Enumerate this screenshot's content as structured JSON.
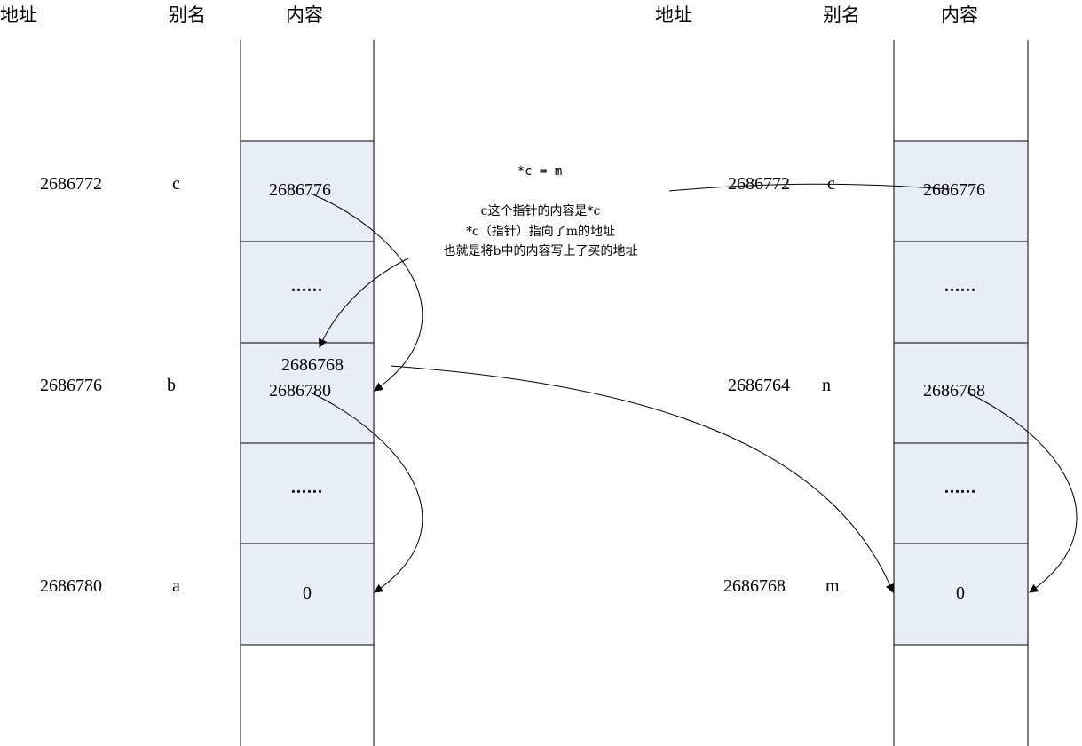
{
  "left": {
    "headers": {
      "address": "地址",
      "alias": "别名",
      "content": "内容"
    },
    "rows": [
      {
        "address": "2686772",
        "alias": "c",
        "content": "2686776"
      },
      {
        "content": "......"
      },
      {
        "address": "2686776",
        "alias": "b",
        "content_top": "2686768",
        "content": "2686780"
      },
      {
        "content": "......"
      },
      {
        "address": "2686780",
        "alias": "a",
        "content": "0"
      }
    ]
  },
  "right": {
    "headers": {
      "address": "地址",
      "alias": "别名",
      "content": "内容"
    },
    "rows": [
      {
        "address": "2686772",
        "alias": "c",
        "content": "2686776"
      },
      {
        "content": "......"
      },
      {
        "address": "2686764",
        "alias": "n",
        "content": "2686768"
      },
      {
        "content": "......"
      },
      {
        "address": "2686768",
        "alias": "m",
        "content": "0"
      }
    ]
  },
  "annotation": {
    "code": "*c = m",
    "lines": [
      "c这个指针的内容是*c",
      "*c（指针）指向了m的地址",
      "也就是将b中的内容写上了买的地址"
    ]
  },
  "colors": {
    "cell_fill": "#e8edf7",
    "stroke": "#000000"
  }
}
